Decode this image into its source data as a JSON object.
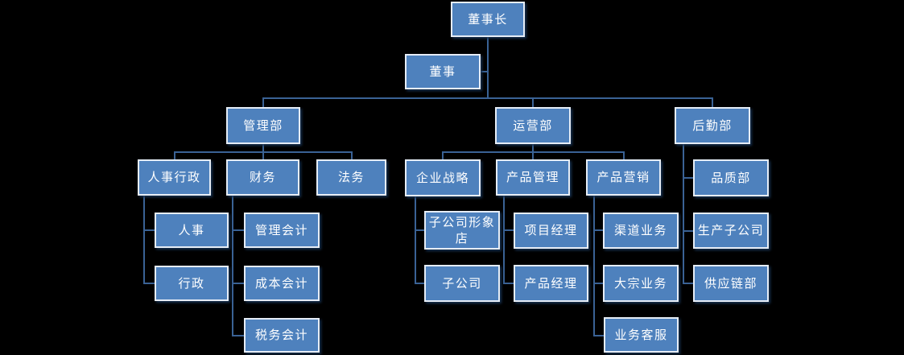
{
  "figure_type": "org-chart",
  "colors": {
    "background": "#000000",
    "node_fill": "#4E81BD",
    "node_border": "#E6EDF6",
    "connector": "#3A6295",
    "text": "#FFFFFF"
  },
  "org": {
    "root": {
      "label": "董事长",
      "assistant": {
        "label": "董事"
      },
      "children": [
        {
          "label": "管理部",
          "children": [
            {
              "label": "人事行政",
              "children": [
                {
                  "label": "人事"
                },
                {
                  "label": "行政"
                }
              ]
            },
            {
              "label": "财务",
              "children": [
                {
                  "label": "管理会计"
                },
                {
                  "label": "成本会计"
                },
                {
                  "label": "税务会计"
                }
              ]
            },
            {
              "label": "法务",
              "children": []
            }
          ]
        },
        {
          "label": "运营部",
          "children": [
            {
              "label": "企业战略",
              "children": [
                {
                  "label": "子公司形象店"
                },
                {
                  "label": "子公司"
                }
              ]
            },
            {
              "label": "产品管理",
              "children": [
                {
                  "label": "项目经理"
                },
                {
                  "label": "产品经理"
                }
              ]
            },
            {
              "label": "产品营销",
              "children": [
                {
                  "label": "渠道业务"
                },
                {
                  "label": "大宗业务"
                },
                {
                  "label": "业务客服"
                }
              ]
            }
          ]
        },
        {
          "label": "后勤部",
          "children": [
            {
              "label": "品质部"
            },
            {
              "label": "生产子公司"
            },
            {
              "label": "供应链部"
            }
          ]
        }
      ]
    }
  }
}
